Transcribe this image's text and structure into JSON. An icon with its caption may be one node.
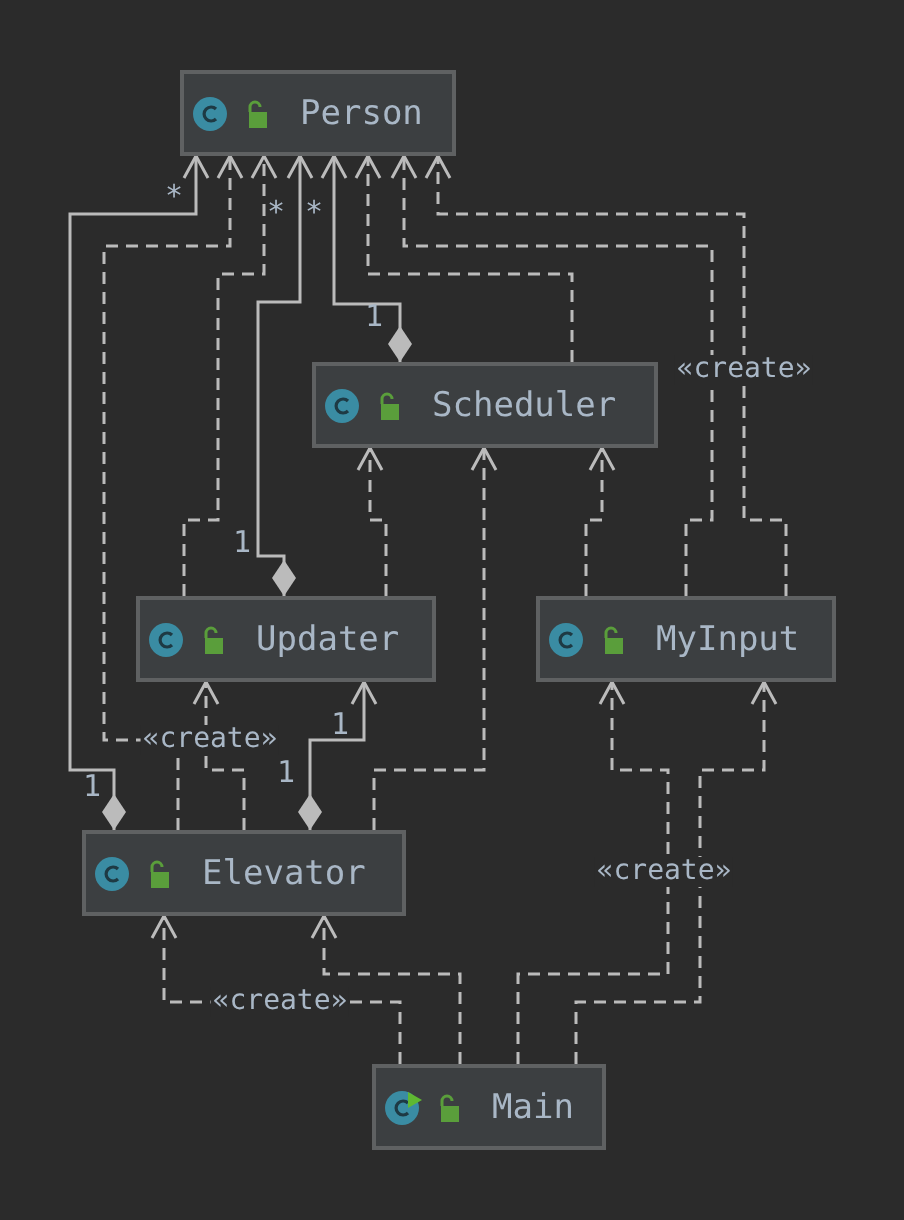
{
  "diagram": {
    "nodes": [
      {
        "text": [
          "Person"
        ]
      },
      {
        "text": [
          "Scheduler"
        ]
      },
      {
        "text": [
          "Updater"
        ]
      },
      {
        "text": [
          "MyInput"
        ]
      },
      {
        "text": [
          "Elevator"
        ]
      },
      {
        "text": [
          "Main"
        ]
      }
    ],
    "edges": [
      {
        "from": 4,
        "to": 0,
        "arrow": "to"
      },
      {
        "from": 4,
        "to": 0,
        "arrow": "to",
        "style": "dashed",
        "label": "«create»"
      },
      {
        "from": 2,
        "to": 0,
        "arrow": "to",
        "style": "dashed"
      },
      {
        "from": 2,
        "to": 0,
        "arrow": "to"
      },
      {
        "from": 1,
        "to": 0,
        "arrow": "to"
      },
      {
        "from": 1,
        "to": 0,
        "arrow": "to",
        "style": "dashed"
      },
      {
        "from": 3,
        "to": 0,
        "arrow": "to",
        "style": "dashed"
      },
      {
        "from": 3,
        "to": 0,
        "arrow": "to",
        "style": "dashed",
        "label": "«create»"
      },
      {
        "from": 2,
        "to": 1,
        "arrow": "to",
        "style": "dashed"
      },
      {
        "from": 4,
        "to": 1,
        "arrow": "to",
        "style": "dashed"
      },
      {
        "from": 3,
        "to": 1,
        "arrow": "to",
        "style": "dashed"
      },
      {
        "from": 4,
        "to": 2,
        "arrow": "to",
        "style": "dashed"
      },
      {
        "from": 4,
        "to": 2,
        "arrow": "to"
      },
      {
        "from": 5,
        "to": 3,
        "arrow": "to",
        "style": "dashed"
      },
      {
        "from": 5,
        "to": 3,
        "arrow": "to",
        "style": "dashed",
        "label": "«create»"
      },
      {
        "from": 5,
        "to": 4,
        "arrow": "to",
        "style": "dashed",
        "label": "«create»"
      },
      {
        "from": 5,
        "to": 4,
        "arrow": "to",
        "style": "dashed"
      }
    ],
    "labels": [
      "*",
      "*",
      "*",
      "1",
      "1",
      "1",
      "1",
      "1"
    ]
  }
}
